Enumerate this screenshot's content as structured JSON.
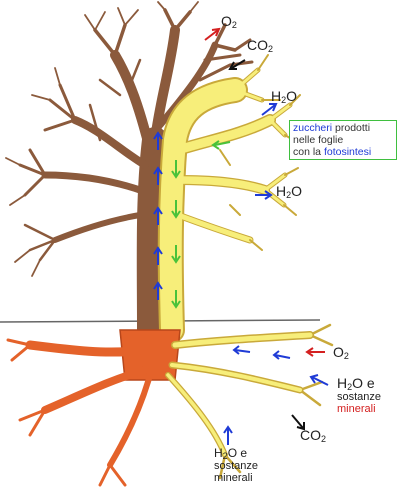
{
  "labels": {
    "o2_top": {
      "main": "O",
      "sub": "2"
    },
    "co2_top": {
      "main": "CO",
      "sub": "2"
    },
    "h2o_top": {
      "main": "H",
      "sub": "2",
      "rest": "O"
    },
    "h2o_mid": {
      "main": "H",
      "sub": "2",
      "rest": "O"
    },
    "note": {
      "word1": "zuccheri",
      "text1": " prodotti",
      "line2": "nelle foglie",
      "text3": "con la ",
      "word3": "fotosintesi"
    },
    "o2_root": {
      "main": "O",
      "sub": "2"
    },
    "h2o_root_right": {
      "main": "H",
      "sub": "2",
      "rest": "O e",
      "line2": "sostanze",
      "line3": "minerali"
    },
    "co2_root": {
      "main": "CO",
      "sub": "2"
    },
    "h2o_root_bottom": {
      "main": "H",
      "sub": "2",
      "rest": "O e",
      "line2": "sostanze",
      "line3": "minerali"
    }
  },
  "colors": {
    "trunk": "#8b5a3c",
    "trunk_dark": "#5e3a22",
    "sap_yellow": "#f7ee7a",
    "sap_outline": "#c9a93a",
    "root_orange": "#e4622a",
    "arrow_blue": "#1f3bd6",
    "arrow_green": "#49c23a",
    "arrow_red": "#d42020",
    "ground": "#666666"
  },
  "icons": {
    "up_arrow": "blue-up-arrow-icon",
    "down_arrow": "green-down-arrow-icon"
  }
}
